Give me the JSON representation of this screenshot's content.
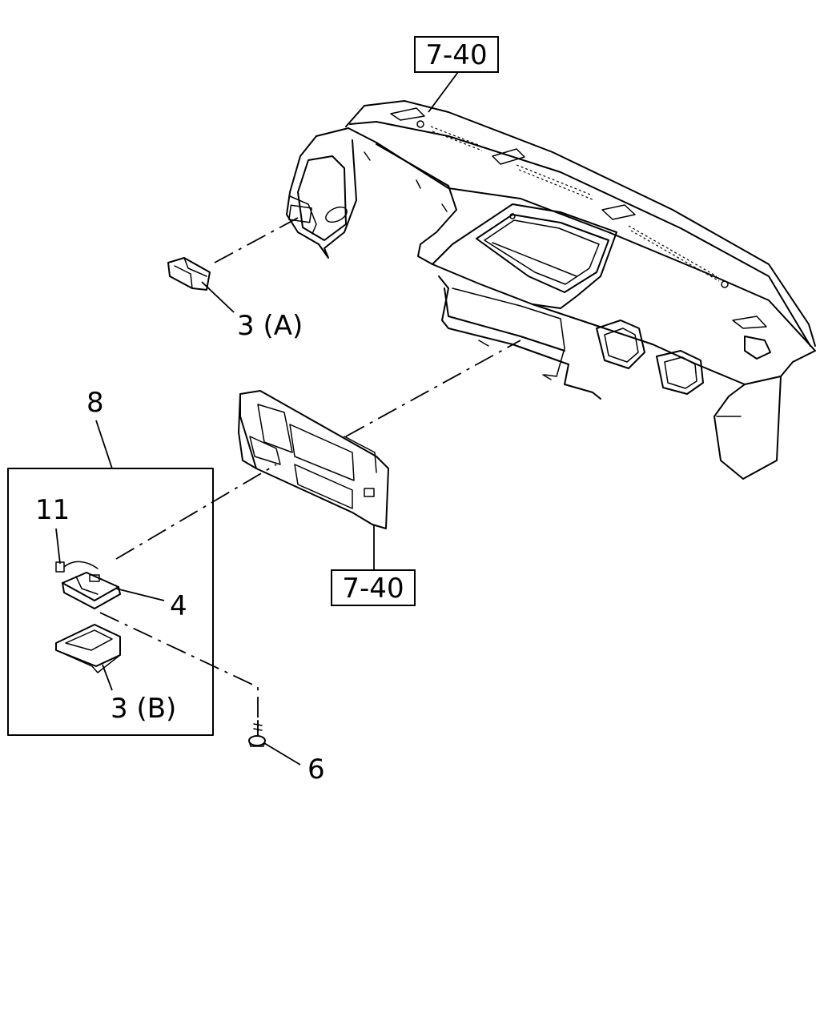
{
  "diagram": {
    "callouts": {
      "ref_top": "7-40",
      "ref_bottom": "7-40",
      "part_3a": "3 (A)",
      "part_8": "8",
      "part_11": "11",
      "part_4": "4",
      "part_3b": "3 (B)",
      "part_6": "6"
    },
    "components": [
      "instrument-panel",
      "center-cluster-panel",
      "ashtray-3a",
      "ashtray-assembly-box",
      "lamp-socket-11",
      "bracket-4",
      "ashtray-3b",
      "screw-6"
    ]
  }
}
